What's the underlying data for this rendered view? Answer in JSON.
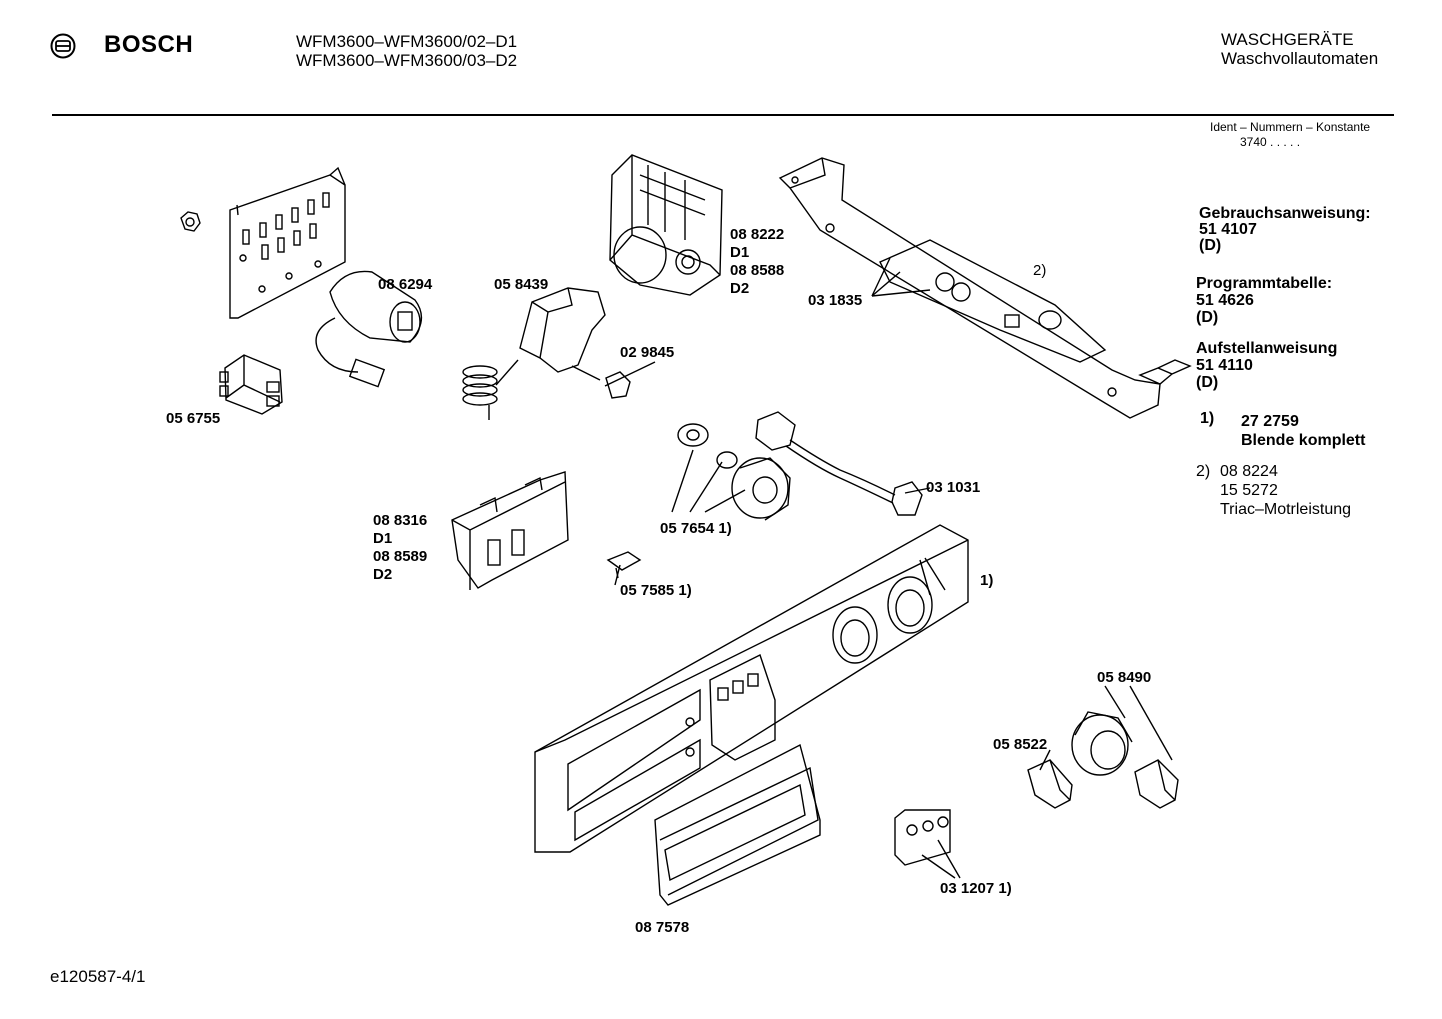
{
  "header": {
    "brand": "BOSCH",
    "models": [
      "WFM3600–WFM3600/02–D1",
      "WFM3600–WFM3600/03–D2"
    ],
    "category": "WASCHGERÄTE",
    "subcategory": "Waschvollautomaten",
    "ident_label": "Ident – Nummern – Konstante",
    "ident_value": "3740  .  .  .  .  ."
  },
  "side_notes": {
    "manual_title": "Gebrauchsanweisung:",
    "manual_number": "51 4107",
    "manual_lang": "(D)",
    "program_title": "Programmtabelle:",
    "program_number": "51 4626",
    "program_lang": "(D)",
    "setup_title": "Aufstellanweisung",
    "setup_number": "51 4110",
    "setup_lang": "(D)",
    "note1_marker": "1)",
    "note1_number": "27 2759",
    "note1_text": "Blende komplett",
    "note2_marker": "2)",
    "note2_number1": "08 8224",
    "note2_number2": "15 5272",
    "note2_text": "Triac–Motrleistung"
  },
  "parts": {
    "p086294": "08 6294",
    "p058439": "05 8439",
    "p088222": "08 8222",
    "p088222_d1": "D1",
    "p088588": "08 8588",
    "p088588_d2": "D2",
    "p031835": "03 1835",
    "callout2": "2)",
    "p029845": "02 9845",
    "p056755": "05 6755",
    "p031031": "03 1031",
    "p088316": "08 8316",
    "p088316_d1": "D1",
    "p088589": "08 8589",
    "p088589_d2": "D2",
    "p057654": "05 7654 1)",
    "p057585": "05 7585 1)",
    "callout1": "1)",
    "p058490": "05 8490",
    "p058522": "05 8522",
    "p031207": "03 1207 1)",
    "p087578": "08 7578"
  },
  "footer": {
    "drawing_id": "e120587-4/1"
  }
}
